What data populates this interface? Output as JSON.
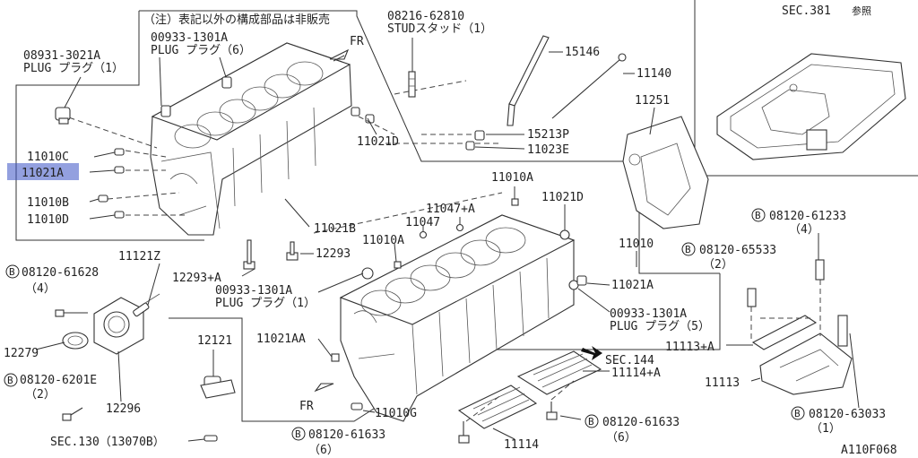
{
  "notice": "（注）表記以外の構成部品は非販売",
  "sec381": {
    "code": "SEC.381",
    "suffix": "参照"
  },
  "fr_label": "FR",
  "diagram_id": "A110F068",
  "highlighted_part": "11021A",
  "parts": {
    "p08931": {
      "num": "08931-3021A",
      "name": "PLUG プラグ（1）"
    },
    "p00933a": {
      "num": "00933-1301A",
      "name": "PLUG プラグ（6）"
    },
    "p08216": {
      "num": "08216-62810",
      "name": "STUDスタッド（1）"
    },
    "p15146": {
      "num": "15146"
    },
    "p11140": {
      "num": "11140"
    },
    "p11251": {
      "num": "11251"
    },
    "p15213P": {
      "num": "15213P"
    },
    "p11023E": {
      "num": "11023E"
    },
    "p11021D_top": {
      "num": "11021D"
    },
    "p11010C": {
      "num": "11010C"
    },
    "p11021A_left": {
      "num": "11021A"
    },
    "p11010B": {
      "num": "11010B"
    },
    "p11010D": {
      "num": "11010D"
    },
    "p11021B": {
      "num": "11021B"
    },
    "p11010A_top": {
      "num": "11010A"
    },
    "p11047A": {
      "num": "11047+A"
    },
    "p11047": {
      "num": "11047"
    },
    "p11010A_mid": {
      "num": "11010A"
    },
    "p11021D_mid": {
      "num": "11021D"
    },
    "p11010": {
      "num": "11010"
    },
    "p11021A_right": {
      "num": "11021A"
    },
    "p12293": {
      "num": "12293"
    },
    "p12293A": {
      "num": "12293+A"
    },
    "p00933b": {
      "num": "00933-1301A",
      "name": "PLUG プラグ（1）"
    },
    "p00933c": {
      "num": "00933-1301A",
      "name": "PLUG プラグ（5）"
    },
    "p11121Z": {
      "num": "11121Z"
    },
    "b61628": {
      "num": "08120-61628",
      "qty": "（4）"
    },
    "p12279": {
      "num": "12279"
    },
    "b6201E": {
      "num": "08120-6201E",
      "qty": "（2）"
    },
    "p12296": {
      "num": "12296"
    },
    "p12121": {
      "num": "12121"
    },
    "p11021AA": {
      "num": "11021AA"
    },
    "sec144": {
      "num": "SEC.144"
    },
    "p11114A": {
      "num": "11114+A"
    },
    "p11010G": {
      "num": "11010G"
    },
    "sec130": {
      "num": "SEC.130（13070B）"
    },
    "b61633a": {
      "num": "08120-61633",
      "qty": "（6）"
    },
    "p11114": {
      "num": "11114"
    },
    "b61633b": {
      "num": "08120-61633",
      "qty": "（6）"
    },
    "b61233": {
      "num": "08120-61233",
      "qty": "（4）"
    },
    "b65533": {
      "num": "08120-65533",
      "qty": "（2）"
    },
    "p11113A": {
      "num": "11113+A"
    },
    "p11113": {
      "num": "11113"
    },
    "b63033": {
      "num": "08120-63033",
      "qty": "（1）"
    }
  },
  "bolt_symbol": "B"
}
